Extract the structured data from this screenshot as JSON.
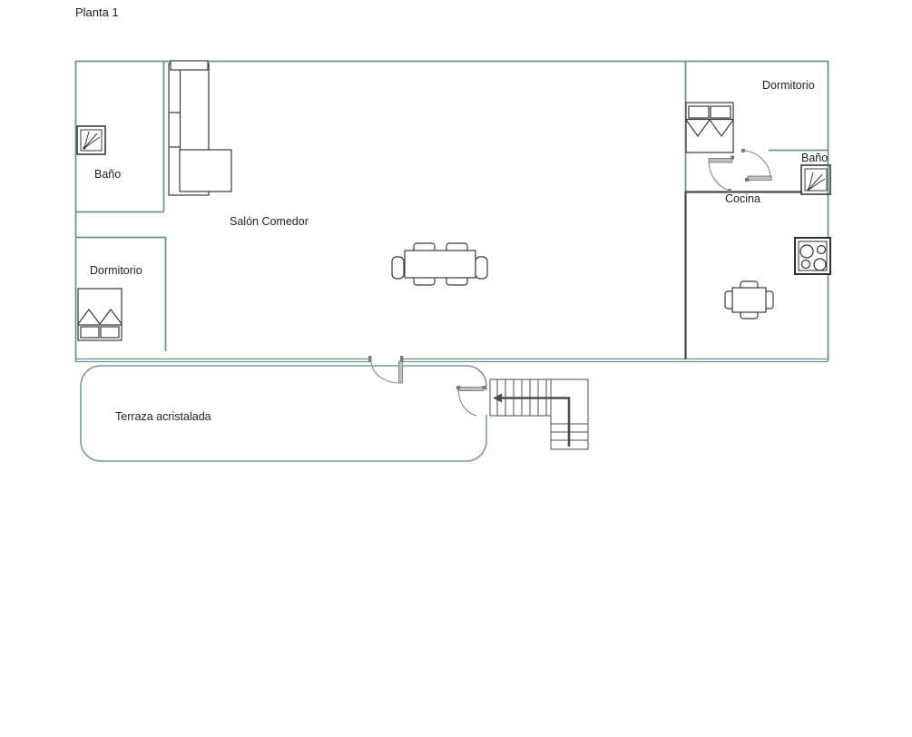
{
  "title": "Planta 1",
  "floor_plan": {
    "rooms": {
      "bano_left": "Baño",
      "salon_comedor": "Salón Comedor",
      "dormitorio_left": "Dormitorio",
      "dormitorio_right": "Dormitorio",
      "bano_right": "Baño",
      "cocina": "Cocina",
      "terraza": "Terraza acristalada"
    },
    "furniture_icons": {
      "sofa": "l-shaped-sofa",
      "dining_table": "rectangular-table-6-chairs",
      "kitchen_table": "square-table-4-chairs",
      "bed_left": "double-bed",
      "bed_right": "double-bed",
      "shower_left": "shower-tray",
      "shower_right": "shower-tray",
      "stove": "cooktop-4-burners",
      "stairs": "l-stairs-with-up-arrow",
      "doors": "swing-door-arcs"
    },
    "colors": {
      "wall": "#6b9394",
      "kitchen_wall": "#474747",
      "furniture_line": "#3a3a3a",
      "door": "#8a8a8a",
      "text": "#1f1f1f",
      "background": "#ffffff"
    }
  }
}
